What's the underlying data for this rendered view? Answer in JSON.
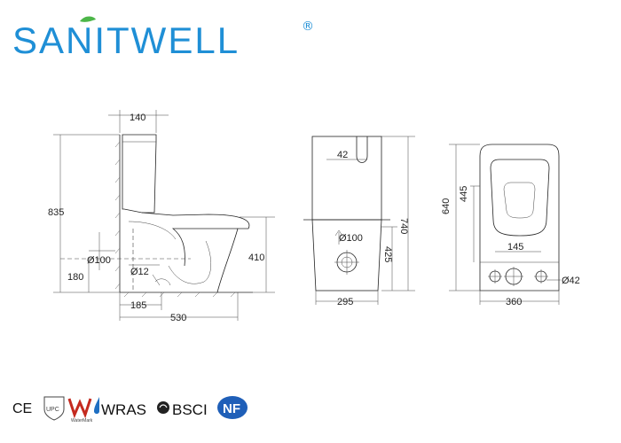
{
  "brand": {
    "name": "SANITWELL",
    "registered": "®",
    "color": "#1f8fd6",
    "leaf_color": "#4cb648"
  },
  "side_view": {
    "depth": "140",
    "total_height": "835",
    "inlet_height": "410",
    "outlet_dia": "Ø100",
    "outlet_height": "180",
    "water_inlet_dia": "Ø12",
    "offset": "185",
    "total_length": "530"
  },
  "front_view": {
    "button": "42",
    "outlet_dia": "Ø100",
    "total_height": "740",
    "outlet_height": "425",
    "width": "295"
  },
  "top_view": {
    "height": "640",
    "seat_height": "445",
    "hole_spacing": "145",
    "hole_dia": "Ø42",
    "width": "360"
  },
  "certifications": {
    "ce": "CE",
    "upc": "UPC",
    "watermark": "WaterMark",
    "wras": "WRAS",
    "bsci": "BSCI",
    "nf": "NF"
  }
}
